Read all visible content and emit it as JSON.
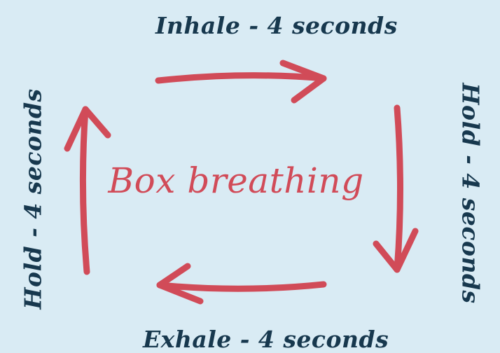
{
  "diagram": {
    "title": "Box breathing",
    "steps": [
      {
        "label": "Inhale - 4 seconds",
        "side": "top"
      },
      {
        "label": "Hold - 4 seconds",
        "side": "right"
      },
      {
        "label": "Exhale - 4 seconds",
        "side": "bottom"
      },
      {
        "label": "Hold - 4 seconds",
        "side": "left"
      }
    ],
    "colors": {
      "background": "#d9ebf4",
      "arrow": "#d14b58",
      "title": "#d14b58",
      "label": "#17384e"
    }
  }
}
